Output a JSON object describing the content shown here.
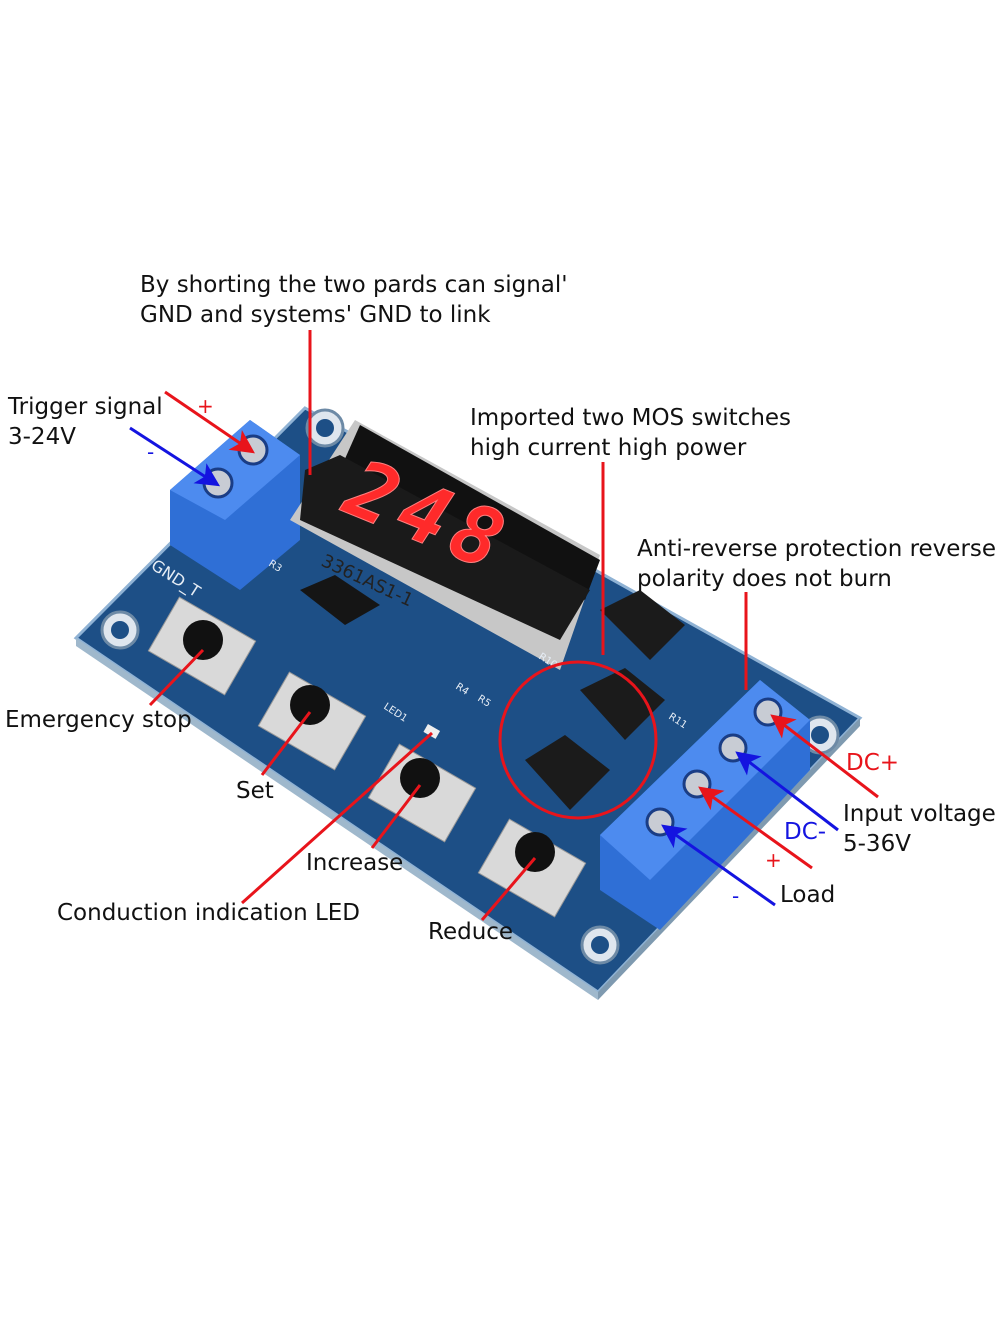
{
  "annotations": {
    "gnd_link": [
      "By shorting the two pards can signal'",
      "GND and systems' GND to link"
    ],
    "trigger": [
      "Trigger signal",
      "3-24V"
    ],
    "trigger_plus": "+",
    "trigger_minus": "-",
    "mos": [
      "Imported two MOS switches",
      "high current high power"
    ],
    "anti_reverse": [
      "Anti-reverse protection reverse",
      "polarity does not burn"
    ],
    "emergency_stop": "Emergency stop",
    "set": "Set",
    "increase": "Increase",
    "reduce": "Reduce",
    "led": "Conduction indication LED",
    "dc_plus": "DC+",
    "dc_minus": "DC-",
    "input_voltage": [
      "Input voltage",
      "5-36V"
    ],
    "load": "Load",
    "load_plus": "+",
    "load_minus": "-"
  },
  "board": {
    "display_value": "248",
    "display_model": "3361AS1-1",
    "silk_gnd": "GND_T",
    "silk_r3": "R3",
    "silk_r4": "R4",
    "silk_r5": "R5",
    "silk_led1": "LED1",
    "silk_r10": "R10",
    "silk_r11": "R11"
  },
  "colors": {
    "pcb": "#1d4f86",
    "terminal": "#2f6fd6",
    "segment": "#ff2a2a",
    "red_arrow": "#e8141b",
    "blue_arrow": "#1414e0"
  }
}
